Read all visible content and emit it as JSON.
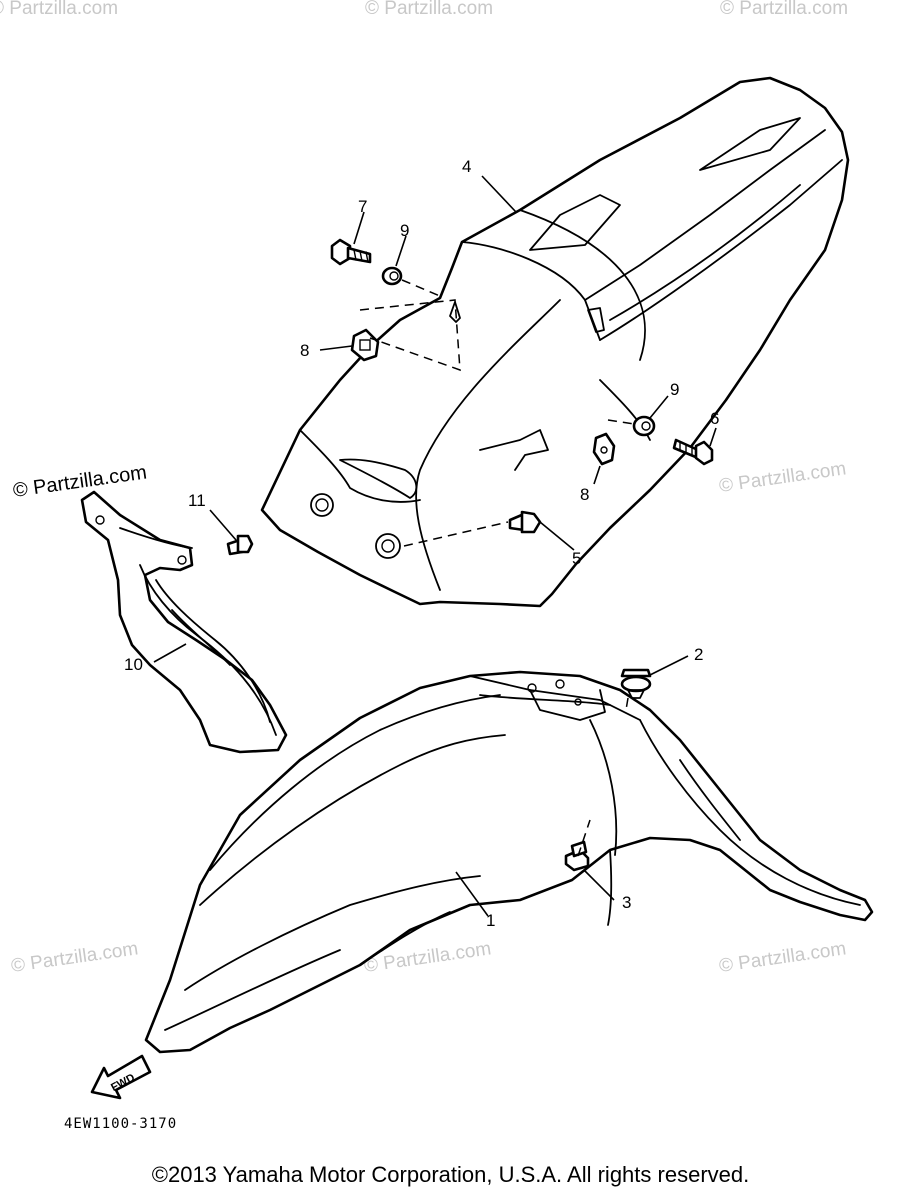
{
  "diagram": {
    "callouts": {
      "c1": "1",
      "c2": "2",
      "c3": "3",
      "c4": "4",
      "c5": "5",
      "c6": "6",
      "c7": "7",
      "c8a": "8",
      "c8b": "8",
      "c9a": "9",
      "c9b": "9",
      "c10": "10",
      "c11": "11"
    },
    "watermark_text": "© Partzilla.com",
    "fwd_label": "FWD",
    "drawing_code": "4EW1100-3170"
  },
  "footer": {
    "copyright": "©2013  Yamaha Motor Corporation, U.S.A. All rights reserved."
  },
  "colors": {
    "line": "#000000",
    "watermark": "#c8c8c8",
    "background": "#ffffff"
  }
}
